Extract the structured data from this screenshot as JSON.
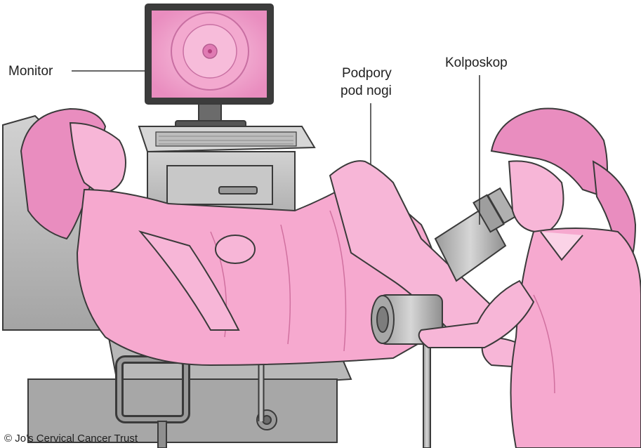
{
  "labels": {
    "monitor": "Monitor",
    "leg_supports_line1": "Podpory",
    "leg_supports_line2": "pod nogi",
    "colposcope": "Kolposkop"
  },
  "credit": "© Jo’s Cervical Cancer Trust",
  "colors": {
    "skin": "#f7b6d7",
    "skin_dark": "#e98dbf",
    "gown": "#f6a9cf",
    "gown_light": "#fbd3e7",
    "metal": "#bfbfbf",
    "metal_dark": "#8c8c8c",
    "outline": "#3a3a3a",
    "screen": "#f3a9cf",
    "leader_line": "#333333"
  }
}
